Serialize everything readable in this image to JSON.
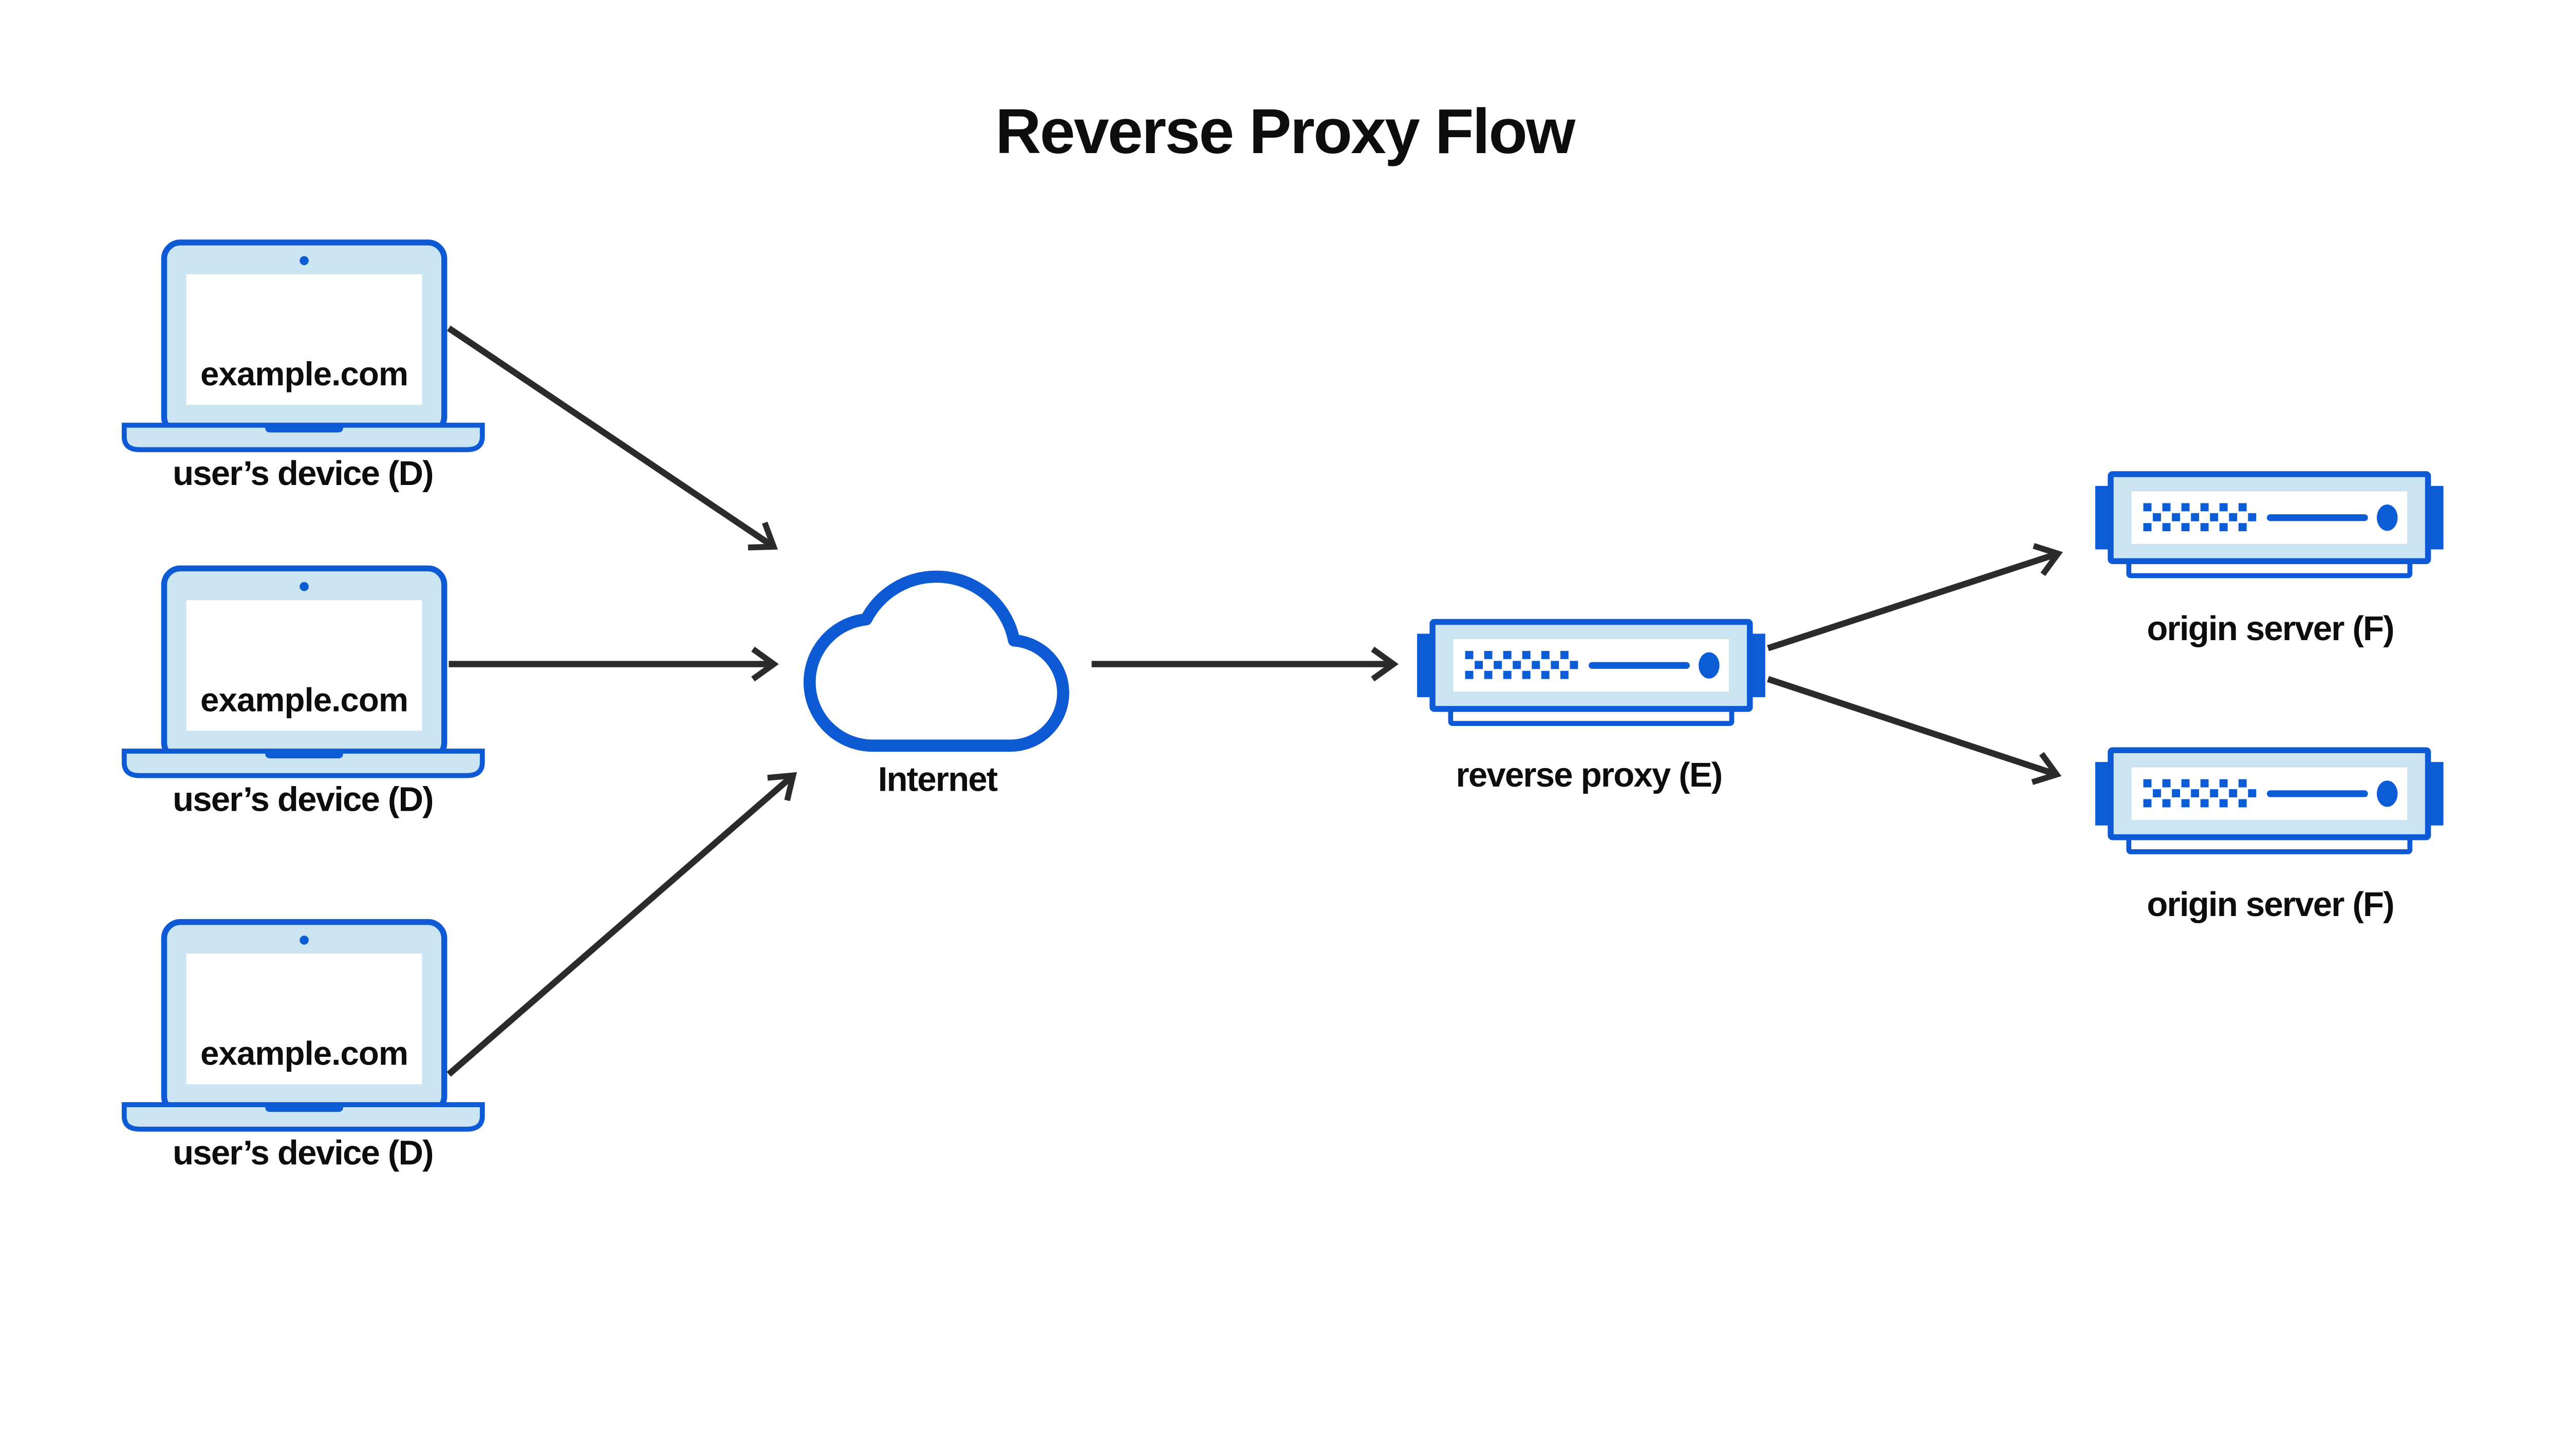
{
  "title": "Reverse Proxy Flow",
  "diagram": {
    "devices": [
      {
        "screen_text": "example.com",
        "label": "user’s device (D)"
      },
      {
        "screen_text": "example.com",
        "label": "user’s device (D)"
      },
      {
        "screen_text": "example.com",
        "label": "user’s device (D)"
      }
    ],
    "internet": {
      "label": "Internet"
    },
    "proxy": {
      "label": "reverse proxy (E)"
    },
    "origin_servers": [
      {
        "label": "origin server (F)"
      },
      {
        "label": "origin server (F)"
      }
    ]
  },
  "colors": {
    "outline_blue": "#0d5ad4",
    "accent_blue": "#0b5cd5",
    "fill_light_blue": "#cbe4f2",
    "arrow": "#2b2b2b",
    "text": "#0d0d0d",
    "background": "#ffffff"
  }
}
